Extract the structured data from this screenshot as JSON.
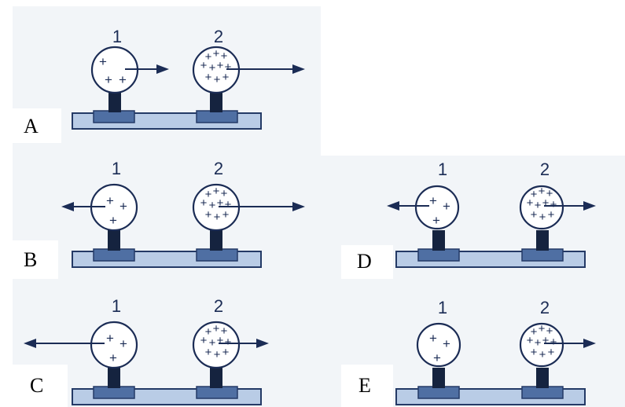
{
  "header_text": "..., ...",
  "sphere_labels": {
    "first": "1",
    "second": "2"
  },
  "options": [
    {
      "id": "a",
      "letter": "A",
      "arrows": "Both arrows point to the right; arrow 2 is longer"
    },
    {
      "id": "b",
      "letter": "B",
      "arrows": "Arrow 1 points left (short), arrow 2 points right (long)"
    },
    {
      "id": "c",
      "letter": "C",
      "arrows": "Arrow 1 points left (long), arrow 2 points right (short)"
    },
    {
      "id": "d",
      "letter": "D",
      "arrows": "Arrow 1 points left, arrow 2 points right; equal length"
    },
    {
      "id": "e",
      "letter": "E",
      "arrows": "Only sphere 2 has an arrow, pointing right"
    }
  ],
  "colors": {
    "panel_bg": "#f2f5f8",
    "ink": "#1b2c55",
    "base_fill": "#b9cce6",
    "base_stroke": "#243a66",
    "clamp_fill": "#4f6fa3",
    "stand": "#15233f"
  }
}
